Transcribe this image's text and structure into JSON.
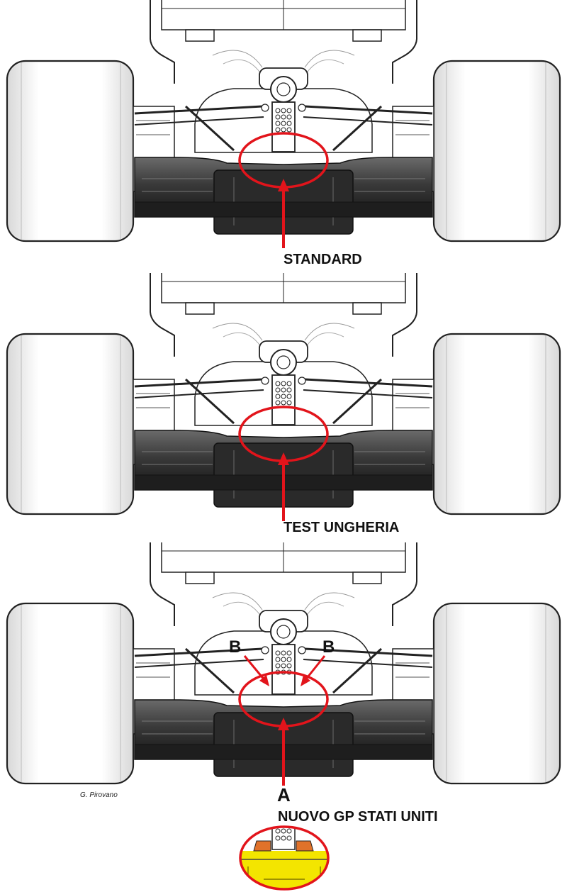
{
  "panels": [
    {
      "label": "STANDARD"
    },
    {
      "label": "TEST UNGHERIA"
    },
    {
      "label": "NUOVO GP STATI UNITI",
      "marker_a": "A",
      "marker_b": "B"
    }
  ],
  "credit": "G. Pirovano",
  "colors": {
    "highlight": "#e2141b",
    "inset_fill": "#f3e500",
    "inset_part": "#e0722a",
    "diffuser_dark": "#3a3a3a",
    "line": "#1a1a1a"
  }
}
